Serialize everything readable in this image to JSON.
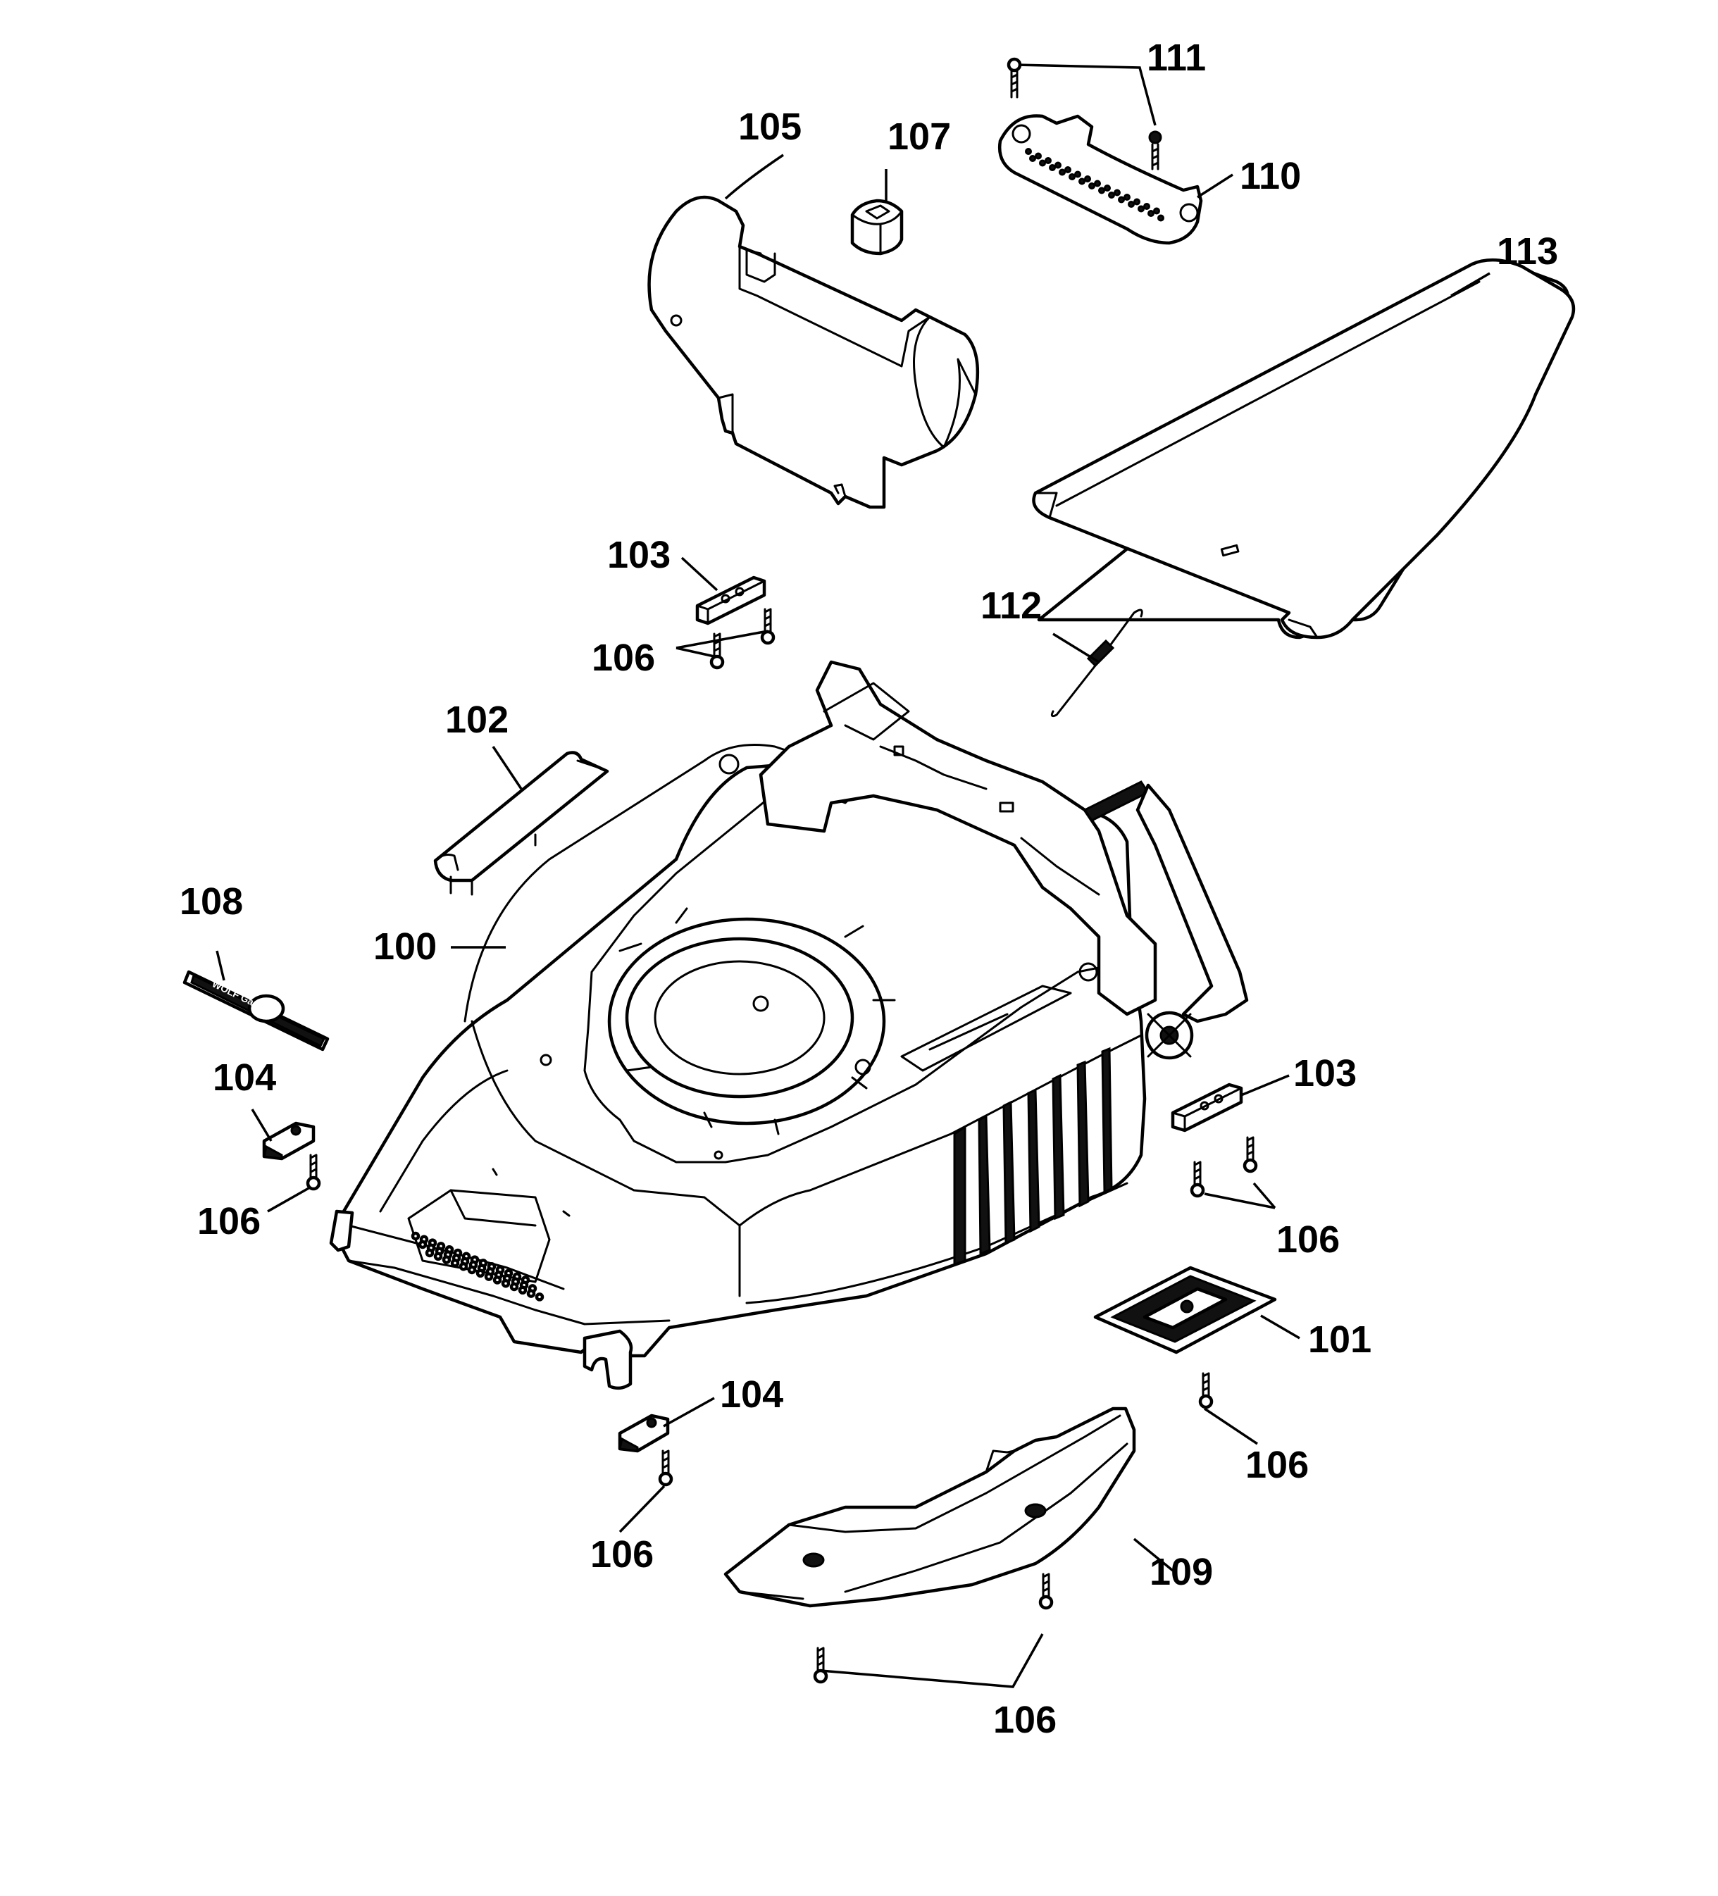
{
  "labels": {
    "p100": "100",
    "p101": "101",
    "p102": "102",
    "p103a": "103",
    "p103b": "103",
    "p104a": "104",
    "p104b": "104",
    "p105": "105",
    "p106a": "106",
    "p106b": "106",
    "p106c": "106",
    "p106d": "106",
    "p106e": "106",
    "p106f": "106",
    "p107": "107",
    "p108": "108",
    "p109": "109",
    "p110": "110",
    "p111": "111",
    "p112": "112",
    "p113": "113"
  },
  "logo_text": "WOLF Garten"
}
